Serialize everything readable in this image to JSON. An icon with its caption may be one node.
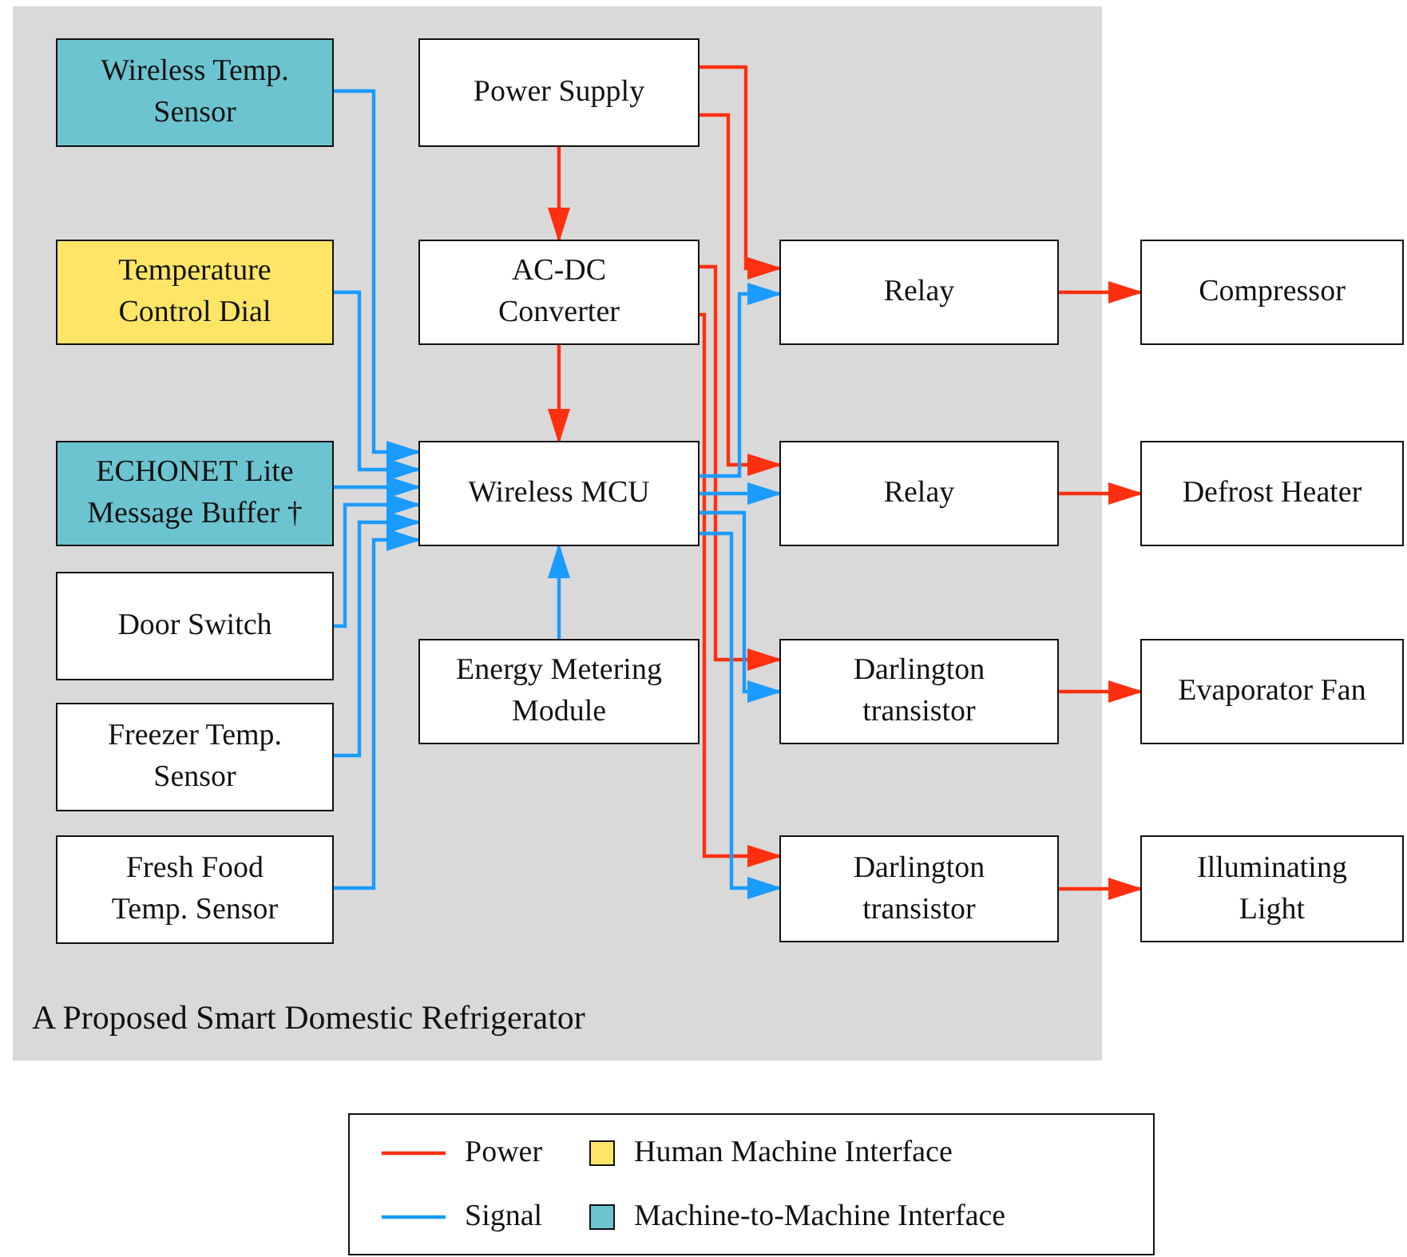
{
  "diagram": {
    "nodes": [
      {
        "text": [
          "A Proposed Smart Domestic Refrigerator"
        ]
      },
      {
        "text": [
          "Wireless Temp. Sensor"
        ],
        "in": 0
      },
      {
        "text": [
          "Temperature Control Dial"
        ],
        "in": 0
      },
      {
        "text": [
          "ECHONET Lite Message Buffer †"
        ],
        "in": 0
      },
      {
        "text": [
          "Door Switch"
        ],
        "in": 0
      },
      {
        "text": [
          "Freezer Temp. Sensor"
        ],
        "in": 0
      },
      {
        "text": [
          "Fresh Food Temp. Sensor"
        ],
        "in": 0
      },
      {
        "text": [
          "Power Supply"
        ],
        "in": 0
      },
      {
        "text": [
          "AC-DC Converter"
        ],
        "in": 0
      },
      {
        "text": [
          "Wireless MCU"
        ],
        "in": 0
      },
      {
        "text": [
          "Energy Metering Module"
        ],
        "in": 0
      },
      {
        "text": [
          "Relay"
        ],
        "in": 0
      },
      {
        "text": [
          "Relay"
        ],
        "in": 0
      },
      {
        "text": [
          "Darlington transistor"
        ],
        "in": 0
      },
      {
        "text": [
          "Darlington transistor"
        ],
        "in": 0
      },
      {
        "text": [
          "Compressor"
        ]
      },
      {
        "text": [
          "Defrost Heater"
        ]
      },
      {
        "text": [
          "Evaporator Fan"
        ]
      },
      {
        "text": [
          "Illuminating Light"
        ]
      }
    ],
    "edges": [
      {
        "from": 1,
        "to": 9,
        "arrow": "to"
      },
      {
        "from": 2,
        "to": 9,
        "arrow": "to"
      },
      {
        "from": 3,
        "to": 9,
        "arrow": "to"
      },
      {
        "from": 4,
        "to": 9,
        "arrow": "to"
      },
      {
        "from": 5,
        "to": 9,
        "arrow": "to"
      },
      {
        "from": 6,
        "to": 9,
        "arrow": "to"
      },
      {
        "from": 7,
        "to": 8,
        "arrow": "to",
        "color": "#ff3010"
      },
      {
        "from": 8,
        "to": 9,
        "arrow": "to",
        "color": "#ff3010"
      },
      {
        "from": 10,
        "to": 9,
        "arrow": "to"
      },
      {
        "from": 7,
        "to": 11,
        "arrow": "to",
        "color": "#ff3010"
      },
      {
        "from": 7,
        "to": 12,
        "arrow": "to",
        "color": "#ff3010"
      },
      {
        "from": 8,
        "to": 13,
        "arrow": "to",
        "color": "#ff3010"
      },
      {
        "from": 8,
        "to": 14,
        "arrow": "to",
        "color": "#ff3010"
      },
      {
        "from": 9,
        "to": 11,
        "arrow": "to"
      },
      {
        "from": 9,
        "to": 12,
        "arrow": "to"
      },
      {
        "from": 9,
        "to": 13,
        "arrow": "to"
      },
      {
        "from": 9,
        "to": 14,
        "arrow": "to"
      },
      {
        "from": 11,
        "to": 15,
        "arrow": "to",
        "color": "#ff3010"
      },
      {
        "from": 12,
        "to": 16,
        "arrow": "to",
        "color": "#ff3010"
      },
      {
        "from": 13,
        "to": 17,
        "arrow": "to",
        "color": "#ff3010"
      },
      {
        "from": 14,
        "to": 18,
        "arrow": "to",
        "color": "#ff3010"
      }
    ],
    "legend": [
      {
        "text": "Power"
      },
      {
        "text": "Human Machine Interface",
        "color": "#ffe566"
      },
      {
        "text": "Signal"
      },
      {
        "text": "Machine-to-Machine Interface",
        "color": "#6cc4d0"
      }
    ]
  }
}
